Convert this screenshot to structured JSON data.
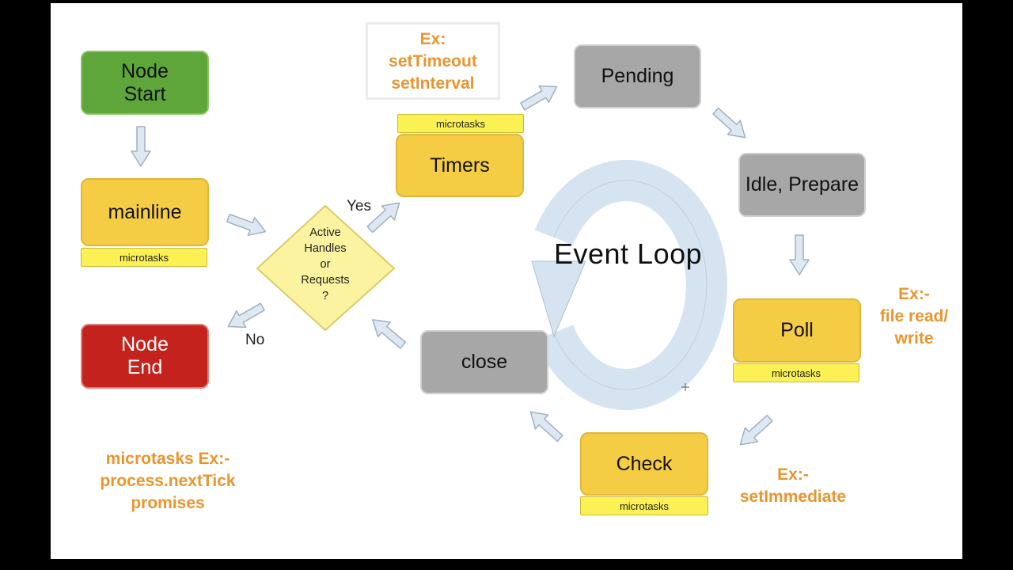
{
  "nodes": {
    "node_start": "Node\nStart",
    "mainline": "mainline",
    "node_end": "Node\nEnd",
    "decision": "Active\nHandles\nor\nRequests\n?",
    "timers": "Timers",
    "pending": "Pending",
    "idle_prepare": "Idle, Prepare",
    "poll": "Poll",
    "check": "Check",
    "close": "close"
  },
  "microtasks_label": "microtasks",
  "labels": {
    "yes": "Yes",
    "no": "No",
    "event_loop": "Event Loop"
  },
  "annotations": {
    "timers_example": "Ex:\nsetTimeout\nsetInterval",
    "poll_example": "Ex:-\nfile read/\nwrite",
    "check_example": "Ex:-\nsetImmediate",
    "microtasks_example": "microtasks Ex:-\nprocess.nextTick\npromises"
  },
  "colors": {
    "start": "#5ea53a",
    "phase": "#f5cd45",
    "idle_phase": "#a7a7a7",
    "end": "#c4221c",
    "decision": "#fcf3a0",
    "microtasks": "#fbf054",
    "annotation": "#e8952e",
    "arrow": "#dde8f2",
    "loop": "#d6e4f2"
  }
}
